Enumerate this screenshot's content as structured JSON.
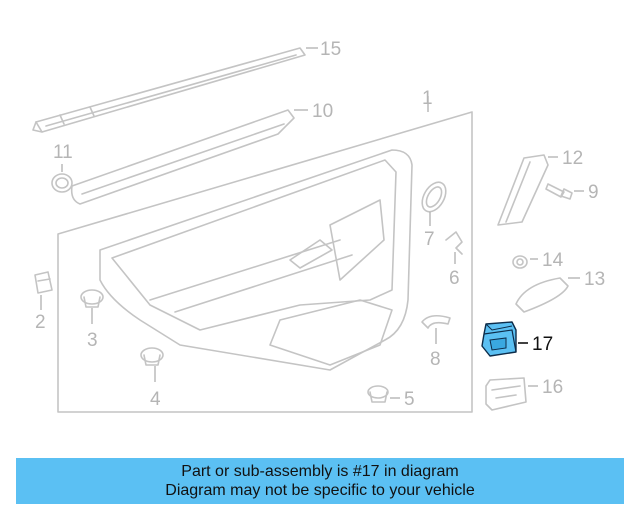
{
  "diagram": {
    "callouts": [
      "1",
      "2",
      "3",
      "4",
      "5",
      "6",
      "7",
      "8",
      "9",
      "10",
      "11",
      "12",
      "13",
      "14",
      "15",
      "16",
      "17"
    ],
    "highlight": "17",
    "highlight_color": "#5bc0f3",
    "line_color": "#c4c4c4"
  },
  "banner": {
    "line1": "Part or sub-assembly is #17 in diagram",
    "line2": "Diagram may not be specific to your vehicle",
    "background": "#5bc0f3"
  }
}
